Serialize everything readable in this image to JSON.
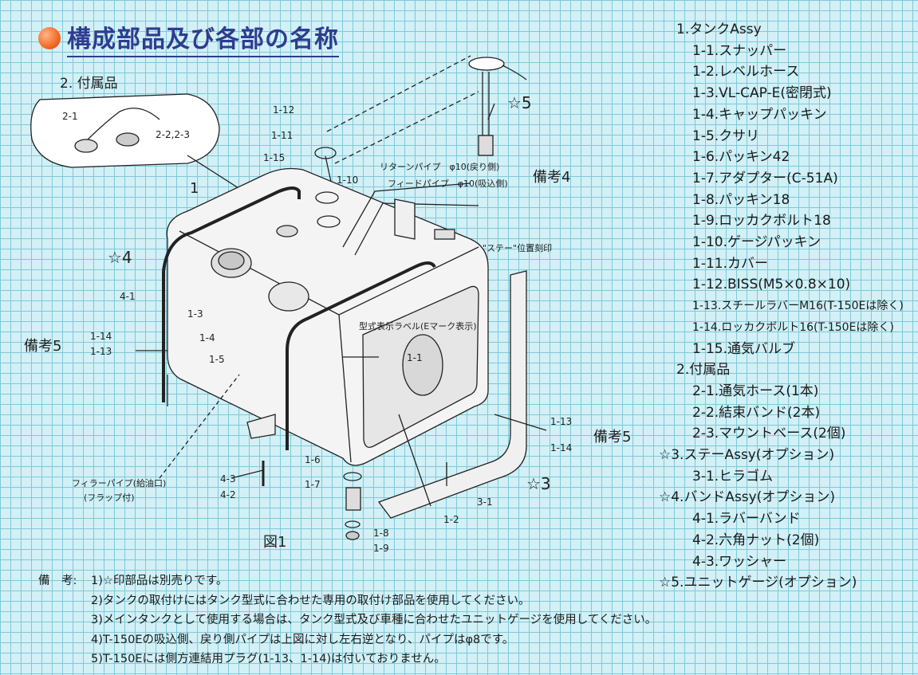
{
  "title": "構成部品及び各部の名称",
  "figure_label": "図1",
  "diagram": {
    "accessory_heading": "2. 付属品",
    "accessory_callouts": [
      "2-1",
      "2-2,2-3"
    ],
    "callouts": {
      "c1_12": "1-12",
      "c1_11": "1-11",
      "c1_15": "1-15",
      "c1_10": "1-10",
      "c1": "1",
      "star5": "☆5",
      "star4": "☆4",
      "c4_1": "4-1",
      "c1_3": "1-3",
      "c1_4": "1-4",
      "c1_5": "1-5",
      "biko5_left": "備考5",
      "c1_14_left": "1-14",
      "c1_13_left": "1-13",
      "return_pipe": "リターンパイプ　φ10(戻り側)",
      "feed_pipe": "フィードパイプ　φ10(吸込側)",
      "biko4": "備考4",
      "stay_mark": "\"ステー\"位置刻印",
      "label_type": "型式表示ラベル(Eマーク表示)",
      "c1_1": "1-1",
      "c1_13_right": "1-13",
      "c1_14_right": "1-14",
      "biko5_right": "備考5",
      "c1_6": "1-6",
      "c1_7": "1-7",
      "c1_8": "1-8",
      "c1_9": "1-9",
      "c4_3": "4-3",
      "c4_2": "4-2",
      "filler_pipe": "フィラーパイプ(給油口)",
      "flap": "(フラップ付)",
      "star3": "☆3",
      "c3_1": "3-1",
      "c1_2": "1-2"
    }
  },
  "parts": [
    {
      "text": "1.タンクAssy",
      "level": 1
    },
    {
      "text": "1-1.スナッパー",
      "level": 2
    },
    {
      "text": "1-2.レベルホース",
      "level": 2
    },
    {
      "text": "1-3.VL-CAP-E(密閉式)",
      "level": 2
    },
    {
      "text": "1-4.キャップパッキン",
      "level": 2
    },
    {
      "text": "1-5.クサリ",
      "level": 2
    },
    {
      "text": "1-6.パッキン42",
      "level": 2
    },
    {
      "text": "1-7.アダプター(C-51A)",
      "level": 2
    },
    {
      "text": "1-8.パッキン18",
      "level": 2
    },
    {
      "text": "1-9.ロッカクボルト18",
      "level": 2
    },
    {
      "text": "1-10.ゲージパッキン",
      "level": 2
    },
    {
      "text": "1-11.カバー",
      "level": 2
    },
    {
      "text": "1-12.BISS(M5×0.8×10)",
      "level": 2
    },
    {
      "text": "1-13.スチールラバーM16(T-150Eは除く)",
      "level": 2
    },
    {
      "text": "1-14.ロッカクボルト16(T-150Eは除く)",
      "level": 2
    },
    {
      "text": "1-15.通気バルブ",
      "level": 2
    },
    {
      "text": "2.付属品",
      "level": 1
    },
    {
      "text": "2-1.通気ホース(1本)",
      "level": 2
    },
    {
      "text": "2-2.結束バンド(2本)",
      "level": 2
    },
    {
      "text": "2-3.マウントベース(2個)",
      "level": 2
    },
    {
      "text": "☆3.ステーAssy(オプション)",
      "level": 0
    },
    {
      "text": "3-1.ヒラゴム",
      "level": 2
    },
    {
      "text": "☆4.バンドAssy(オプション)",
      "level": 0
    },
    {
      "text": "4-1.ラバーバンド",
      "level": 2
    },
    {
      "text": "4-2.六角ナット(2個)",
      "level": 2
    },
    {
      "text": "4-3.ワッシャー",
      "level": 2
    },
    {
      "text": "☆5.ユニットゲージ(オプション)",
      "level": 0
    }
  ],
  "notes": {
    "label": "備　考:",
    "items": [
      "1)☆印部品は別売りです。",
      "2)タンクの取付けにはタンク型式に合わせた専用の取付け部品を使用してください。",
      "3)メインタンクとして使用する場合は、タンク型式及び車種に合わせたユニットゲージを使用してください。",
      "4)T-150Eの吸込側、戻り側パイプは上図に対し左右逆となり、パイプはφ8です。",
      "5)T-150Eには側方連結用プラグ(1-13、1-14)は付いておりません。"
    ]
  }
}
